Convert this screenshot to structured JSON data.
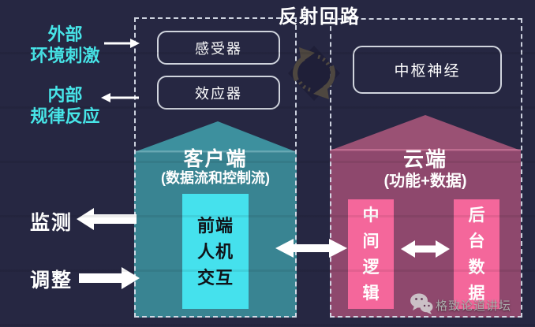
{
  "title": "反射回路",
  "side_labels": {
    "external_stimulus": [
      "外部",
      "环境刺激"
    ],
    "internal_response": [
      "内部",
      "规律反应"
    ],
    "monitor": "监测",
    "adjust": "调整"
  },
  "reflex_loop": {
    "receptor": "感受器",
    "effector": "效应器",
    "central_nerve": "中枢神经"
  },
  "client": {
    "title": "客户端",
    "subtitle": "(数据流和控制流)",
    "frontend_lines": [
      "前端",
      "人机",
      "交互"
    ]
  },
  "cloud": {
    "title": "云端",
    "subtitle": "(功能+数据)",
    "middle_logic_chars": [
      "中",
      "间",
      "逻",
      "辑"
    ],
    "backend_data_chars": [
      "后",
      "台",
      "数",
      "据"
    ]
  },
  "watermark": {
    "label": "格致论道讲坛",
    "icon": "wechat-icon"
  },
  "colors": {
    "background": "#262742",
    "cyan_label": "#47e5e8",
    "teal_house": "#398492",
    "teal_roof": "#3d909e",
    "cyan_box": "#45e1ed",
    "magenta_house": "#8e486d",
    "magenta_roof": "#9a5174",
    "pink_box": "#f4679b",
    "sync_icon": "#4e4740",
    "arrow_white": "#ffffff"
  }
}
